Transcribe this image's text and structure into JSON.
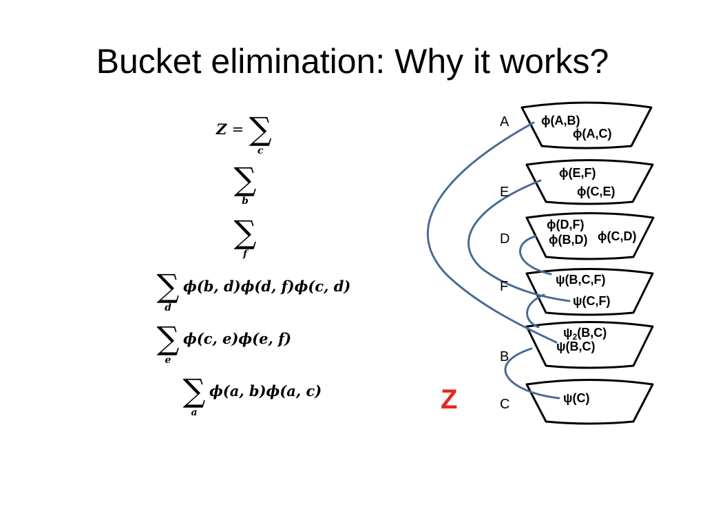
{
  "slide": {
    "title": "Bucket elimination: Why it works?"
  },
  "formula": {
    "lhs": "Z",
    "eq": "=",
    "sums": [
      {
        "sub": "c",
        "term": ""
      },
      {
        "sub": "b",
        "term": ""
      },
      {
        "sub": "f",
        "term": ""
      },
      {
        "sub": "d",
        "term": "ϕ(b, d)ϕ(d, f)ϕ(c, d)"
      },
      {
        "sub": "e",
        "term": "ϕ(c, e)ϕ(e, f)"
      },
      {
        "sub": "a",
        "term": "ϕ(a, b)ϕ(a, c)"
      }
    ]
  },
  "result_label": "Z",
  "buckets": [
    {
      "var": "A",
      "factors": [
        "ϕ(A,B)",
        "ϕ(A,C)"
      ]
    },
    {
      "var": "E",
      "factors": [
        "ϕ(E,F)",
        "ϕ(C,E)"
      ]
    },
    {
      "var": "D",
      "factors": [
        "ϕ(D,F)",
        "ϕ(B,D)",
        "ϕ(C,D)"
      ]
    },
    {
      "var": "F",
      "factors": [
        "ψ(B,C,F)",
        "ψ(C,F)"
      ]
    },
    {
      "var": "B",
      "factors": [
        "ψ",
        "2",
        "(B,C)",
        "ψ(B,C)"
      ]
    },
    {
      "var": "C",
      "factors": [
        "ψ(C)"
      ]
    }
  ],
  "colors": {
    "edge": "#4a6a96",
    "result": "#e8261b",
    "bucket_stroke": "#000000"
  }
}
